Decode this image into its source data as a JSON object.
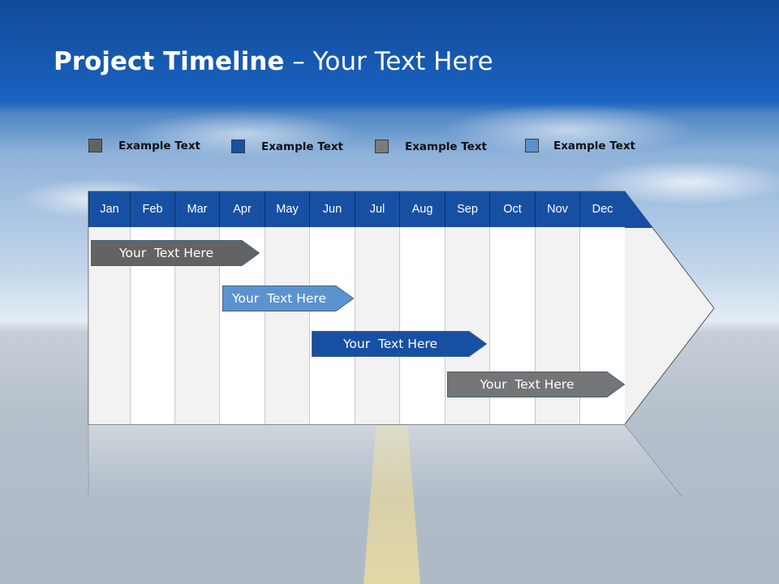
{
  "title": {
    "bold": "Project Timeline",
    "rest": " – Your Text Here"
  },
  "legend": [
    {
      "label": "Example Text",
      "color": "#636363"
    },
    {
      "label": "Example Text",
      "color": "#1750a3"
    },
    {
      "label": "Example Text",
      "color": "#7b7b7b"
    },
    {
      "label": "Example Text",
      "color": "#5b93cf"
    }
  ],
  "months": [
    "Jan",
    "Feb",
    "Mar",
    "Apr",
    "May",
    "Jun",
    "Jul",
    "Aug",
    "Sep",
    "Oct",
    "Nov",
    "Dec"
  ],
  "colors": {
    "header": "#1750a3",
    "col_light": "#f2f2f2",
    "col_white": "#ffffff"
  },
  "tasks": [
    {
      "label": "Your  Text Here",
      "start_month": "Jan",
      "end_month": "Apr",
      "color": "#636363"
    },
    {
      "label": "Your  Text Here",
      "start_month": "Apr",
      "end_month": "Jun",
      "color": "#5b93cf"
    },
    {
      "label": "Your  Text Here",
      "start_month": "Jun",
      "end_month": "Sep",
      "color": "#1750a3"
    },
    {
      "label": "Your  Text Here",
      "start_month": "Sep",
      "end_month": "Dec",
      "color": "#757575"
    }
  ]
}
